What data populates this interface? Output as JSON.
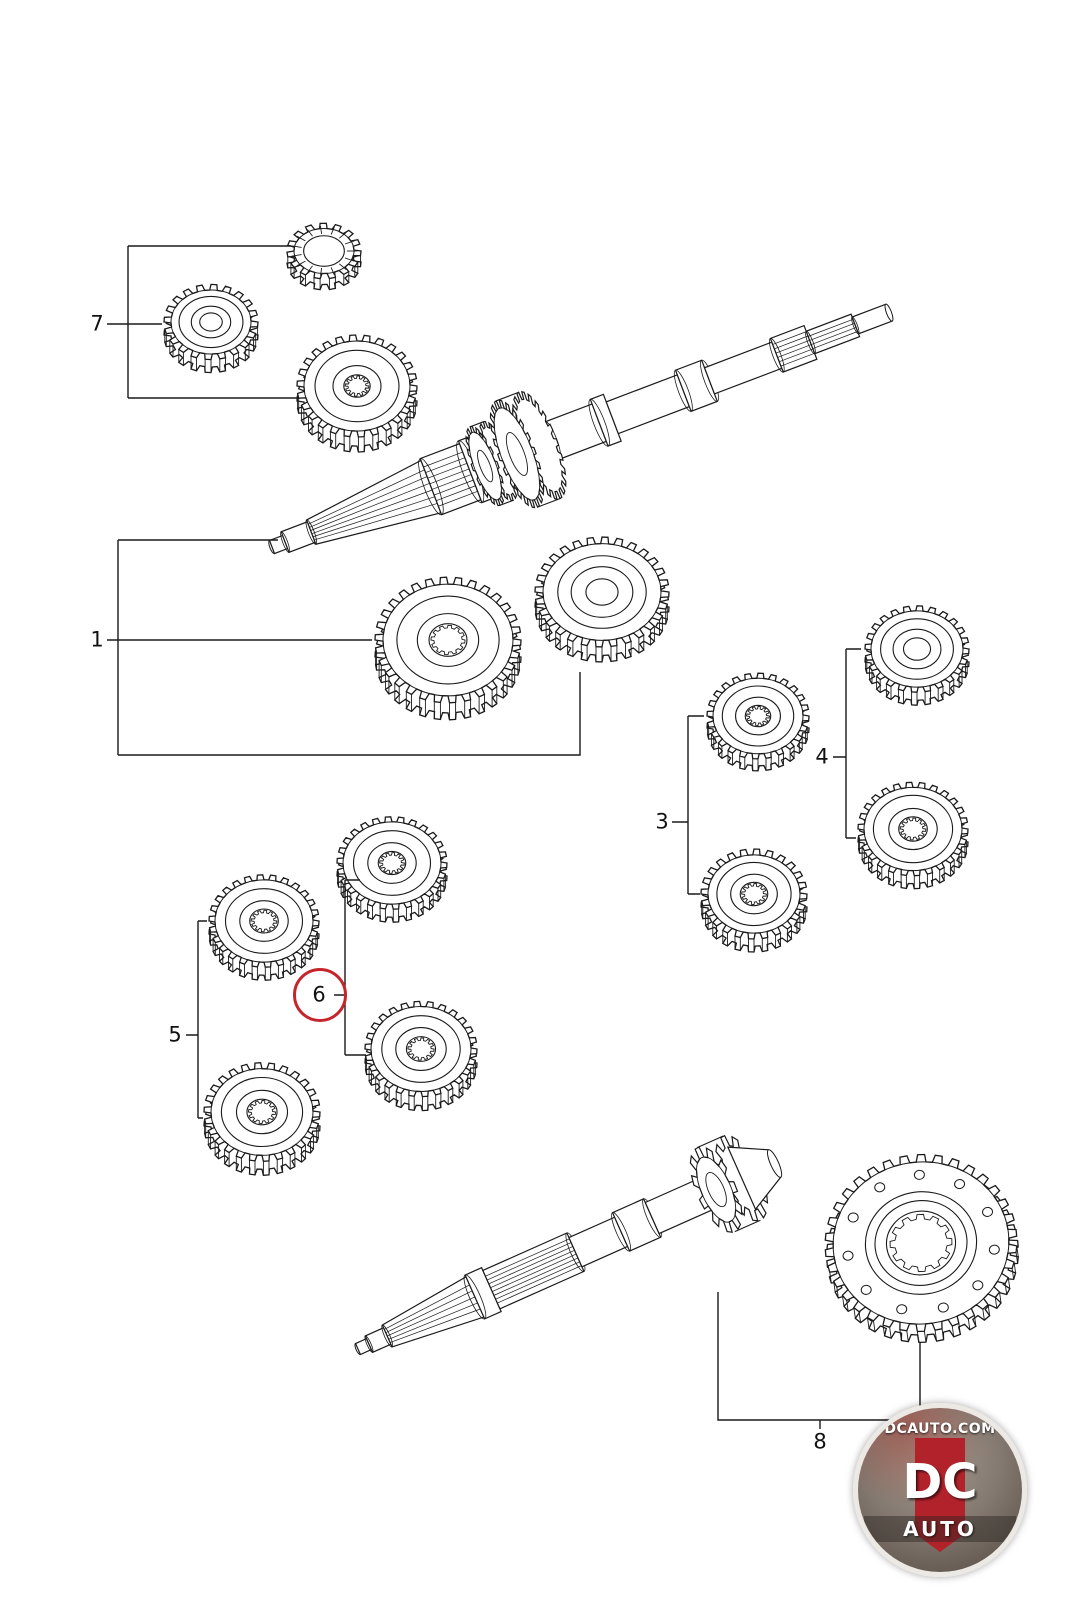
{
  "callouts": {
    "c1": {
      "label": "1"
    },
    "c3": {
      "label": "3"
    },
    "c4": {
      "label": "4"
    },
    "c5": {
      "label": "5"
    },
    "c6": {
      "label": "6"
    },
    "c7": {
      "label": "7"
    },
    "c8": {
      "label": "8"
    }
  },
  "watermark": {
    "domain": "DCAUTO.COM",
    "brand": "DC",
    "brand_sub": "AUTO"
  },
  "colors": {
    "line": "#1a1a1a",
    "highlight": "#c5262c",
    "watermark_red": "#b2222b"
  }
}
